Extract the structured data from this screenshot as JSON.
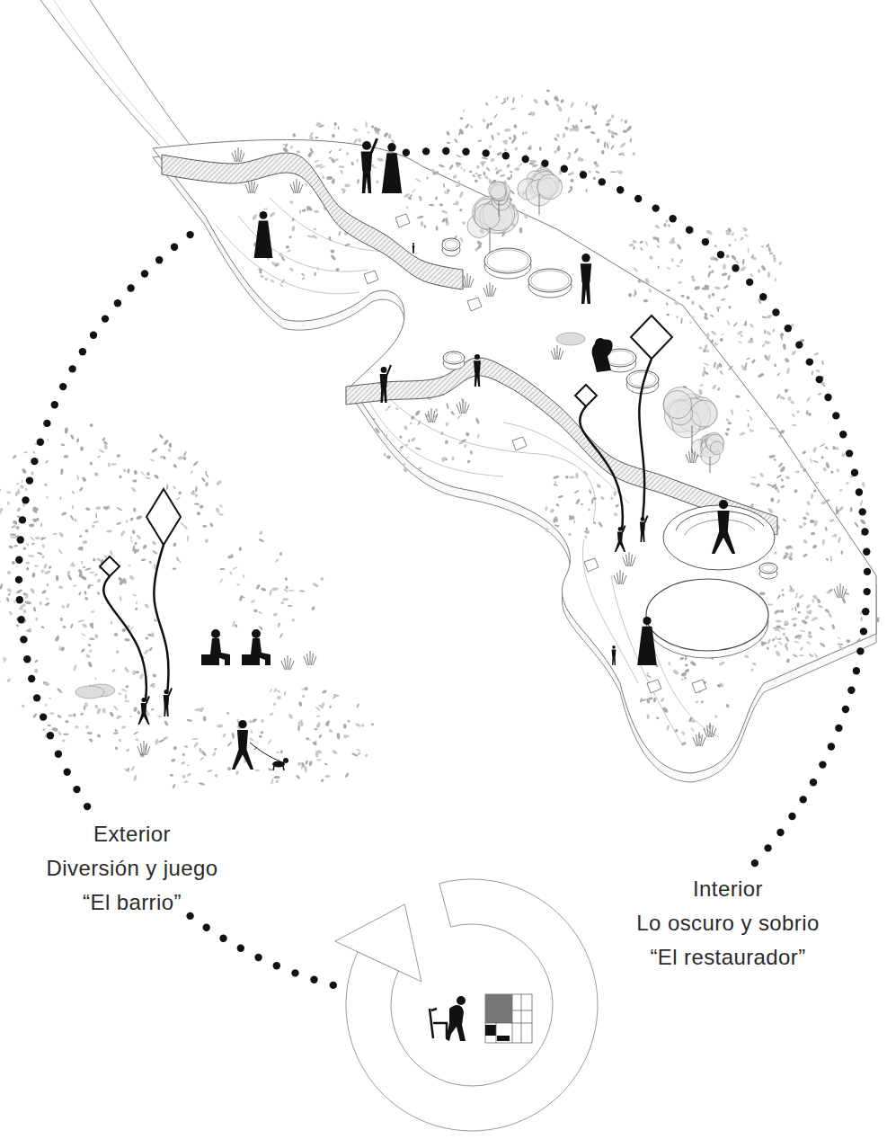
{
  "diagram": {
    "labels": [
      "Exterior",
      "Diversión y juego",
      "“El barrio”",
      "Interior",
      "Lo oscuro y sobrio",
      "“El restaurador”"
    ]
  }
}
